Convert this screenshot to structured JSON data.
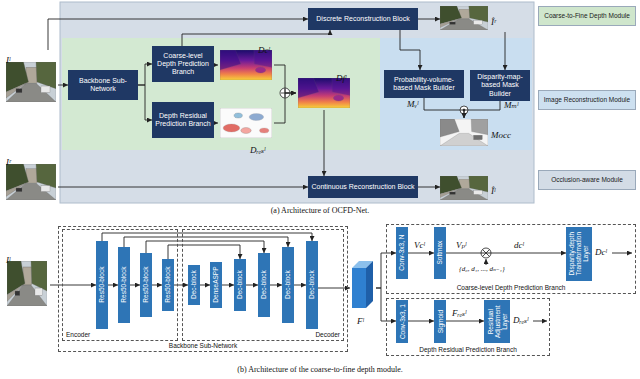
{
  "diagram": {
    "nodes": [
      {
        "text": [
          "Coarse-to-Fine Depth Module"
        ]
      },
      {
        "text": [
          "Image Reconstruction Module"
        ]
      },
      {
        "text": [
          "Occlusion-aware Module"
        ]
      },
      {
        "text": [
          "Iˡ"
        ]
      },
      {
        "text": [
          "Backbone Sub-Network"
        ]
      },
      {
        "text": [
          "Coarse-level Depth Prediction Branch"
        ]
      },
      {
        "text": [
          "Depth Residual Prediction Branch"
        ]
      },
      {
        "text": [
          "Dcˡ"
        ]
      },
      {
        "text": [
          "Dᵣₑₛˡ"
        ]
      },
      {
        "text": [
          "Dfˡ"
        ]
      },
      {
        "text": [
          "Discrete Reconstruction Block"
        ]
      },
      {
        "text": [
          "Îʳ"
        ]
      },
      {
        "text": [
          "Probability-volume-based Mask Builder"
        ]
      },
      {
        "text": [
          "Disparity-map-based Mask Builder"
        ]
      },
      {
        "text": [
          "Mocc"
        ]
      },
      {
        "text": [
          "Iʳ"
        ]
      },
      {
        "text": [
          "Continuous Reconstruction Block"
        ]
      },
      {
        "text": [
          "Îˡ"
        ]
      },
      {
        "text": [
          "Iˡ"
        ]
      },
      {
        "text": [
          "Backbone Sub-Network"
        ]
      },
      {
        "text": [
          "Encoder"
        ],
        "in": 19
      },
      {
        "text": [
          "Res50-block"
        ],
        "in": 20
      },
      {
        "text": [
          "Res50-block"
        ],
        "in": 20
      },
      {
        "text": [
          "Res50-block"
        ],
        "in": 20
      },
      {
        "text": [
          "Res50-block"
        ],
        "in": 20
      },
      {
        "text": [
          "Decoder"
        ],
        "in": 19
      },
      {
        "text": [
          "Dec-block"
        ],
        "in": 25
      },
      {
        "text": [
          "DenseASPP"
        ],
        "in": 25
      },
      {
        "text": [
          "Dec-block"
        ],
        "in": 25
      },
      {
        "text": [
          "Dec-block"
        ],
        "in": 25
      },
      {
        "text": [
          "Dec-block"
        ],
        "in": 25
      },
      {
        "text": [
          "Dec-block"
        ],
        "in": 25
      },
      {
        "text": [
          "Fˡ"
        ]
      },
      {
        "text": [
          "Coarse-level Depth Prediction Branch"
        ]
      },
      {
        "text": [
          "Conv-3x3, N"
        ],
        "in": 33
      },
      {
        "text": [
          "Softmax"
        ],
        "in": 33
      },
      {
        "text": [
          "Disparity-depth Transformation Layer"
        ],
        "in": 33
      },
      {
        "text": [
          "Depth Residual Prediction Branch"
        ]
      },
      {
        "text": [
          "Conv-3x3, 1"
        ],
        "in": 37
      },
      {
        "text": [
          "Sigmoid"
        ],
        "in": 37
      },
      {
        "text": [
          "Residual Adjustment Layer"
        ],
        "in": 37
      }
    ],
    "edges": [
      {
        "from": 3,
        "to": 4,
        "arrow": "to"
      },
      {
        "from": 4,
        "to": 5,
        "arrow": "to"
      },
      {
        "from": 4,
        "to": 6,
        "arrow": "to"
      },
      {
        "from": 5,
        "to": 7,
        "arrow": "to"
      },
      {
        "from": 6,
        "to": 8,
        "arrow": "to"
      },
      {
        "from": 7,
        "to": 9,
        "arrow": "to"
      },
      {
        "from": 8,
        "to": 9,
        "arrow": "to"
      },
      {
        "from": 3,
        "to": 10,
        "arrow": "to"
      },
      {
        "from": 5,
        "to": 10,
        "arrow": "to"
      },
      {
        "from": 10,
        "to": 11,
        "arrow": "to"
      },
      {
        "from": 10,
        "to": 12,
        "arrow": "to"
      },
      {
        "from": 11,
        "to": 13,
        "arrow": "to"
      },
      {
        "from": 12,
        "to": 14,
        "label": "Mᵥˡ",
        "arrow": "to"
      },
      {
        "from": 13,
        "to": 14,
        "label": "Mₘˡ",
        "arrow": "to"
      },
      {
        "from": 9,
        "to": 16,
        "arrow": "to"
      },
      {
        "from": 15,
        "to": 16,
        "arrow": "to"
      },
      {
        "from": 16,
        "to": 17,
        "arrow": "to"
      },
      {
        "from": 18,
        "to": 21,
        "arrow": "to"
      },
      {
        "from": 21,
        "to": 22,
        "arrow": "to"
      },
      {
        "from": 22,
        "to": 23,
        "arrow": "to"
      },
      {
        "from": 23,
        "to": 24,
        "arrow": "to"
      },
      {
        "from": 24,
        "to": 26,
        "arrow": "to"
      },
      {
        "from": 26,
        "to": 27,
        "arrow": "to"
      },
      {
        "from": 27,
        "to": 28,
        "arrow": "to"
      },
      {
        "from": 28,
        "to": 29,
        "arrow": "to"
      },
      {
        "from": 29,
        "to": 30,
        "arrow": "to"
      },
      {
        "from": 30,
        "to": 31,
        "arrow": "to"
      },
      {
        "from": 21,
        "to": 31,
        "arrow": "to"
      },
      {
        "from": 22,
        "to": 30,
        "arrow": "to"
      },
      {
        "from": 23,
        "to": 29,
        "arrow": "to"
      },
      {
        "from": 24,
        "to": 28,
        "arrow": "to"
      },
      {
        "from": 31,
        "to": 32,
        "arrow": "to"
      },
      {
        "from": 32,
        "to": 34,
        "arrow": "to"
      },
      {
        "from": 32,
        "to": 38,
        "arrow": "to"
      },
      {
        "from": 34,
        "to": 35,
        "label": "Vcˡ",
        "arrow": "to"
      },
      {
        "from": 35,
        "to": 36,
        "label": "Vₚˡ",
        "arrow": "to"
      },
      {
        "from": 38,
        "to": 39,
        "arrow": "to"
      },
      {
        "from": 39,
        "to": 40,
        "label": "Fᵣₑₛˡ",
        "arrow": "to"
      }
    ],
    "labels": [
      "(a) Architecture of OCFD-Net.",
      "dcˡ",
      "{d₀, d₁, ..., dₙ₋₁}",
      "Dcˡ",
      "Dᵣₑₛˡ",
      "(b) Architecture of the coarse-to-fine depth module."
    ]
  }
}
